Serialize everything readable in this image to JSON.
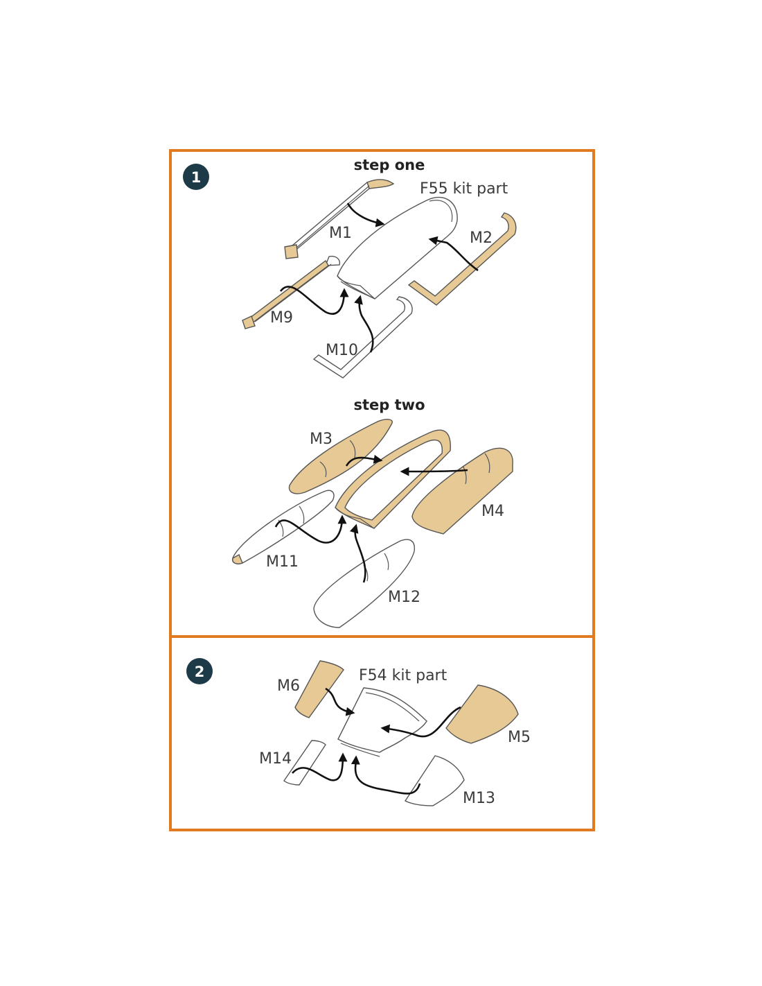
{
  "colors": {
    "frame": "#e07b22",
    "badge": "#1c3a47",
    "mask": "#e6c995",
    "arrow": "#111111"
  },
  "panel1": {
    "step_number": "1",
    "step_one": {
      "heading": "step one",
      "kit_part": "F55 kit part",
      "labels": {
        "m1": "M1",
        "m2": "M2",
        "m9": "M9",
        "m10": "M10"
      }
    },
    "step_two": {
      "heading": "step two",
      "labels": {
        "m3": "M3",
        "m4": "M4",
        "m11": "M11",
        "m12": "M12"
      }
    }
  },
  "panel2": {
    "step_number": "2",
    "kit_part": "F54 kit part",
    "labels": {
      "m5": "M5",
      "m6": "M6",
      "m13": "M13",
      "m14": "M14"
    }
  }
}
